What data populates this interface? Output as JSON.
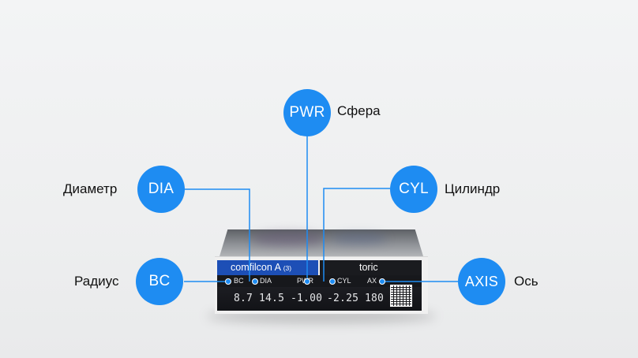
{
  "package": {
    "material_name": "comfilcon A",
    "material_count": "(3)",
    "lens_type": "toric",
    "labels": {
      "bc": "BC",
      "dia": "DIA",
      "pwr": "PWR",
      "cyl": "CYL",
      "ax": "AX"
    },
    "values": {
      "bc": "8.7",
      "dia": "14.5",
      "pwr": "-1.00",
      "cyl": "-2.25",
      "ax": "180"
    }
  },
  "callouts": {
    "pwr": {
      "abbr": "PWR",
      "caption": "Сфера"
    },
    "dia": {
      "abbr": "DIA",
      "caption": "Диаметр"
    },
    "cyl": {
      "abbr": "CYL",
      "caption": "Цилиндр"
    },
    "bc": {
      "abbr": "BC",
      "caption": "Радиус"
    },
    "axis": {
      "abbr": "AXIS",
      "caption": "Ось"
    }
  },
  "colors": {
    "accent": "#1e8cf2",
    "band_blue": "#1d4fb6",
    "band_black": "#1a1b1f"
  }
}
